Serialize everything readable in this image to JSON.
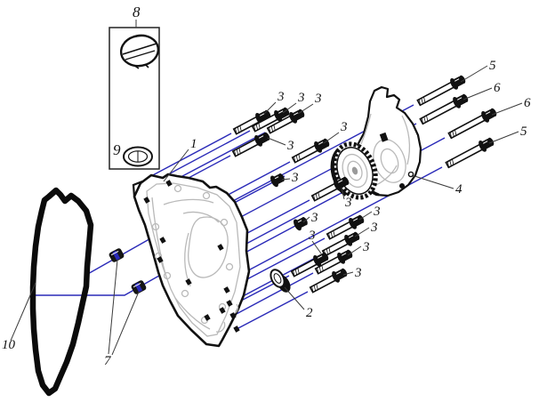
{
  "colors": {
    "background": "#ffffff",
    "outline": "#111111",
    "axis_line": "#2a2ab8",
    "detail_gray": "#b9b9b9",
    "leader": "#3a3a3a",
    "label": "#111111"
  },
  "callouts": {
    "items": [
      {
        "label": "8"
      },
      {
        "label": "9"
      },
      {
        "label": "1"
      },
      {
        "label": "3"
      },
      {
        "label": "3"
      },
      {
        "label": "3"
      },
      {
        "label": "3"
      },
      {
        "label": "3"
      },
      {
        "label": "3"
      },
      {
        "label": "3"
      },
      {
        "label": "3"
      },
      {
        "label": "3"
      },
      {
        "label": "3"
      },
      {
        "label": "3"
      },
      {
        "label": "3"
      },
      {
        "label": "3"
      },
      {
        "label": "5"
      },
      {
        "label": "6"
      },
      {
        "label": "6"
      },
      {
        "label": "5"
      },
      {
        "label": "4"
      },
      {
        "label": "2"
      },
      {
        "label": "7"
      },
      {
        "label": "10"
      }
    ]
  }
}
